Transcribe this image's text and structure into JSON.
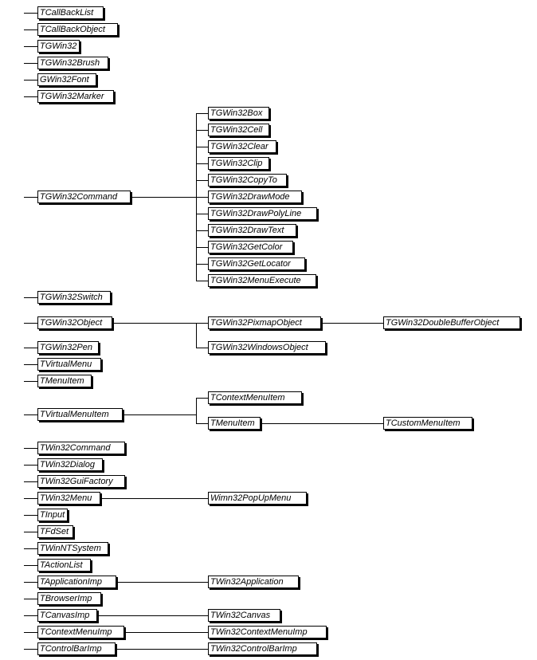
{
  "hierarchy": {
    "root_children": [
      {
        "id": "tcallbacklist",
        "label": "TCallBackList"
      },
      {
        "id": "tcallbackobject",
        "label": "TCallBackObject"
      },
      {
        "id": "tgwin32",
        "label": "TGWin32"
      },
      {
        "id": "tgwin32brush",
        "label": "TGWin32Brush"
      },
      {
        "id": "gwin32font",
        "label": "GWin32Font"
      },
      {
        "id": "tgwin32marker",
        "label": "TGWin32Marker"
      },
      {
        "id": "tgwin32command",
        "label": "TGWin32Command",
        "children": [
          {
            "id": "tgwin32box",
            "label": "TGWin32Box"
          },
          {
            "id": "tgwin32cell",
            "label": "TGWin32Cell"
          },
          {
            "id": "tgwin32clear",
            "label": "TGWin32Clear"
          },
          {
            "id": "tgwin32clip",
            "label": "TGWin32Clip"
          },
          {
            "id": "tgwin32copyto",
            "label": "TGWin32CopyTo"
          },
          {
            "id": "tgwin32drawmode",
            "label": "TGWin32DrawMode"
          },
          {
            "id": "tgwin32drawpolyline",
            "label": "TGWin32DrawPolyLine"
          },
          {
            "id": "tgwin32drawtext",
            "label": "TGWin32DrawText"
          },
          {
            "id": "tgwin32getcolor",
            "label": "TGWin32GetColor"
          },
          {
            "id": "tgwin32getlocator",
            "label": "TGWin32GetLocator"
          },
          {
            "id": "tgwin32menuexecute",
            "label": "TGWin32MenuExecute"
          }
        ]
      },
      {
        "id": "tgwin32switch",
        "label": "TGWin32Switch"
      },
      {
        "id": "tgwin32object",
        "label": "TGWin32Object",
        "children": [
          {
            "id": "tgwin32pixmapobject",
            "label": "TGWin32PixmapObject",
            "children": [
              {
                "id": "tgwin32doublebufferobject",
                "label": "TGWin32DoubleBufferObject"
              }
            ]
          },
          {
            "id": "tgwin32windowsobject",
            "label": "TGWin32WindowsObject"
          }
        ]
      },
      {
        "id": "tgwin32pen",
        "label": "TGWin32Pen"
      },
      {
        "id": "tvirtualmenu",
        "label": "TVirtualMenu"
      },
      {
        "id": "tmenuitem1",
        "label": "TMenuItem"
      },
      {
        "id": "tvirtualmenuitem",
        "label": "TVirtualMenuItem",
        "children": [
          {
            "id": "tcontextmenuitem",
            "label": "TContextMenuItem"
          },
          {
            "id": "tmenuitem2",
            "label": "TMenuItem",
            "children": [
              {
                "id": "tcustommenuitem",
                "label": "TCustomMenuItem"
              }
            ]
          }
        ]
      },
      {
        "id": "twin32command",
        "label": "TWin32Command"
      },
      {
        "id": "twin32dialog",
        "label": "TWin32Dialog"
      },
      {
        "id": "twin32guifactory",
        "label": "TWin32GuiFactory"
      },
      {
        "id": "twin32menu",
        "label": "TWin32Menu",
        "children": [
          {
            "id": "wimn32popupmenu",
            "label": "Wimn32PopUpMenu"
          }
        ]
      },
      {
        "id": "tinput",
        "label": "TInput"
      },
      {
        "id": "tfdset",
        "label": "TFdSet"
      },
      {
        "id": "twinntsystem",
        "label": "TWinNTSystem"
      },
      {
        "id": "tactionlist",
        "label": "TActionList"
      },
      {
        "id": "tapplicationimp",
        "label": "TApplicationImp",
        "children": [
          {
            "id": "twin32application",
            "label": "TWin32Application"
          }
        ]
      },
      {
        "id": "tbrowserimp",
        "label": "TBrowserImp"
      },
      {
        "id": "tcanvasimp",
        "label": "TCanvasImp",
        "children": [
          {
            "id": "twin32canvas",
            "label": "TWin32Canvas"
          }
        ]
      },
      {
        "id": "tcontextmenuimp",
        "label": "TContextMenuImp",
        "children": [
          {
            "id": "twin32contextmenuimp",
            "label": "TWin32ContextMenuImp"
          }
        ]
      },
      {
        "id": "tcontrolbarimp",
        "label": "TControlBarImp",
        "children": [
          {
            "id": "twin32controlbarimp",
            "label": "TWin32ControlBarImp"
          }
        ]
      }
    ]
  }
}
